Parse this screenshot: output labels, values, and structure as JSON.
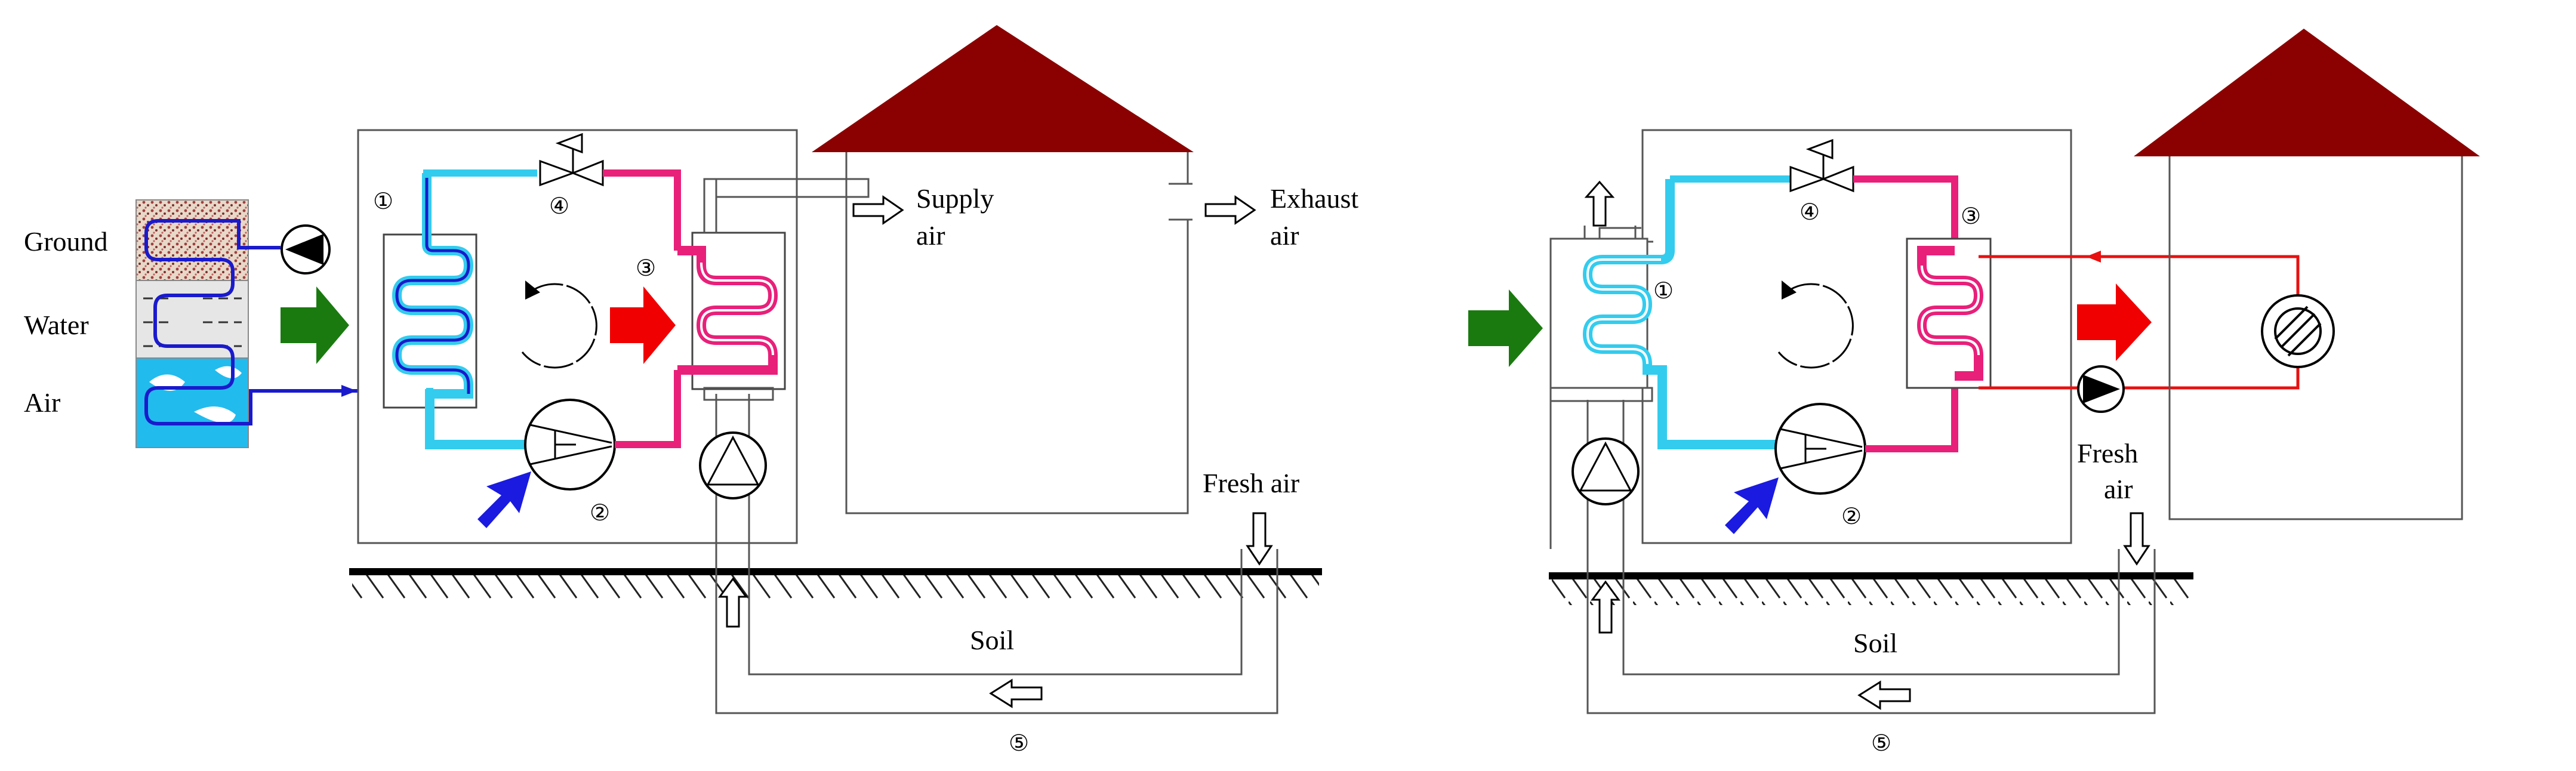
{
  "colors": {
    "roof": "#8B0000",
    "cold_pipe": "#33CCEE",
    "hot_pipe": "#E8207A",
    "source_loop": "#1A1ACC",
    "heating_loop": "#E81010",
    "arrow_green": "#1A7A10",
    "arrow_red": "#F00000",
    "arrow_blue": "#1A1AE0",
    "water_blue": "#22BBEE"
  },
  "icons": [
    "pump-icon",
    "compressor-icon",
    "expansion-valve-icon",
    "fan-icon",
    "radiator-icon",
    "flow-arrow-icon"
  ],
  "left": {
    "labels": {
      "ground": "Ground",
      "water": "Water",
      "air": "Air",
      "supply_air_1": "Supply",
      "supply_air_2": "air",
      "exhaust_air_1": "Exhaust",
      "exhaust_air_2": "air",
      "fresh_air": "Fresh air",
      "soil": "Soil"
    },
    "markers": {
      "evaporator": "①",
      "compressor": "②",
      "condenser": "③",
      "valve": "④",
      "duct": "⑤"
    }
  },
  "right": {
    "labels": {
      "fresh_air_1": "Fresh",
      "fresh_air_2": "air",
      "soil": "Soil"
    },
    "markers": {
      "evaporator": "①",
      "compressor": "②",
      "condenser": "③",
      "valve": "④",
      "duct": "⑤"
    }
  }
}
